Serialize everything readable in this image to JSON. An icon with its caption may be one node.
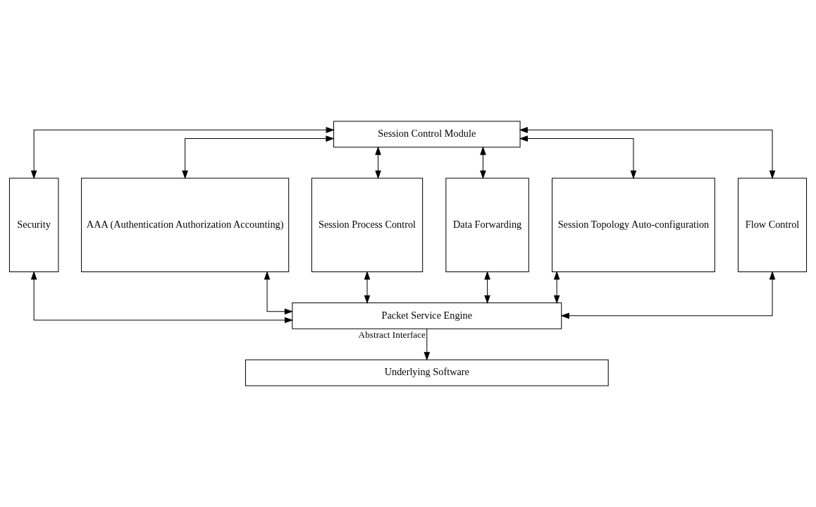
{
  "diagram": {
    "nodes": [
      {
        "text": [
          "Session Control Module"
        ]
      },
      {
        "text": [
          "Security"
        ]
      },
      {
        "text": [
          "AAA (Authentication Authorization Accounting)"
        ]
      },
      {
        "text": [
          "Session Process Control"
        ]
      },
      {
        "text": [
          "Data Forwarding"
        ]
      },
      {
        "text": [
          "Session Topology Auto-configuration"
        ]
      },
      {
        "text": [
          "Flow Control"
        ]
      },
      {
        "text": [
          "Packet Service Engine"
        ]
      },
      {
        "text": [
          "Underlying Software"
        ]
      }
    ],
    "edges": [
      {
        "from": 0,
        "to": 1,
        "arrow": "both"
      },
      {
        "from": 0,
        "to": 2,
        "arrow": "both"
      },
      {
        "from": 0,
        "to": 3,
        "arrow": "both"
      },
      {
        "from": 0,
        "to": 4,
        "arrow": "both"
      },
      {
        "from": 0,
        "to": 5,
        "arrow": "both"
      },
      {
        "from": 0,
        "to": 6,
        "arrow": "both"
      },
      {
        "from": 1,
        "to": 7,
        "arrow": "both"
      },
      {
        "from": 2,
        "to": 7,
        "arrow": "both"
      },
      {
        "from": 3,
        "to": 7,
        "arrow": "both"
      },
      {
        "from": 4,
        "to": 7,
        "arrow": "both"
      },
      {
        "from": 5,
        "to": 7,
        "arrow": "both"
      },
      {
        "from": 6,
        "to": 7,
        "arrow": "both"
      },
      {
        "from": 7,
        "to": 8,
        "arrow": "to",
        "label": "Abstract Interface"
      }
    ]
  }
}
